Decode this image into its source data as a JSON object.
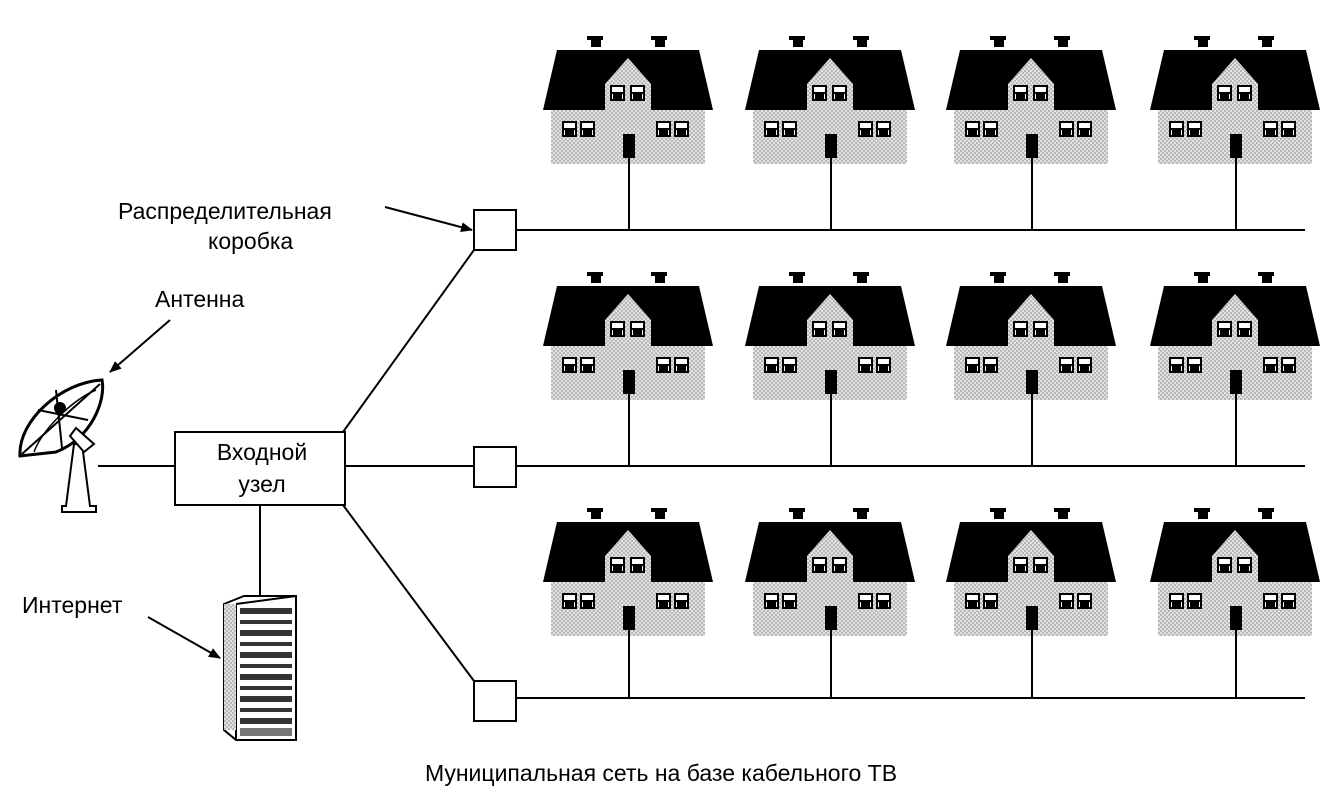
{
  "labels": {
    "distribution_box_line1": "Распределительная",
    "distribution_box_line2": "коробка",
    "antenna": "Антенна",
    "headend_line1": "Входной",
    "headend_line2": "узел",
    "internet": "Интернет",
    "caption": "Муниципальная сеть на базе кабельного ТВ"
  },
  "colors": {
    "line": "#000000",
    "roof": "#000000",
    "wall": "#d4d4d4",
    "background": "#ffffff"
  },
  "icons": [
    "satellite-dish-icon",
    "server-rack-icon",
    "house-icon"
  ]
}
